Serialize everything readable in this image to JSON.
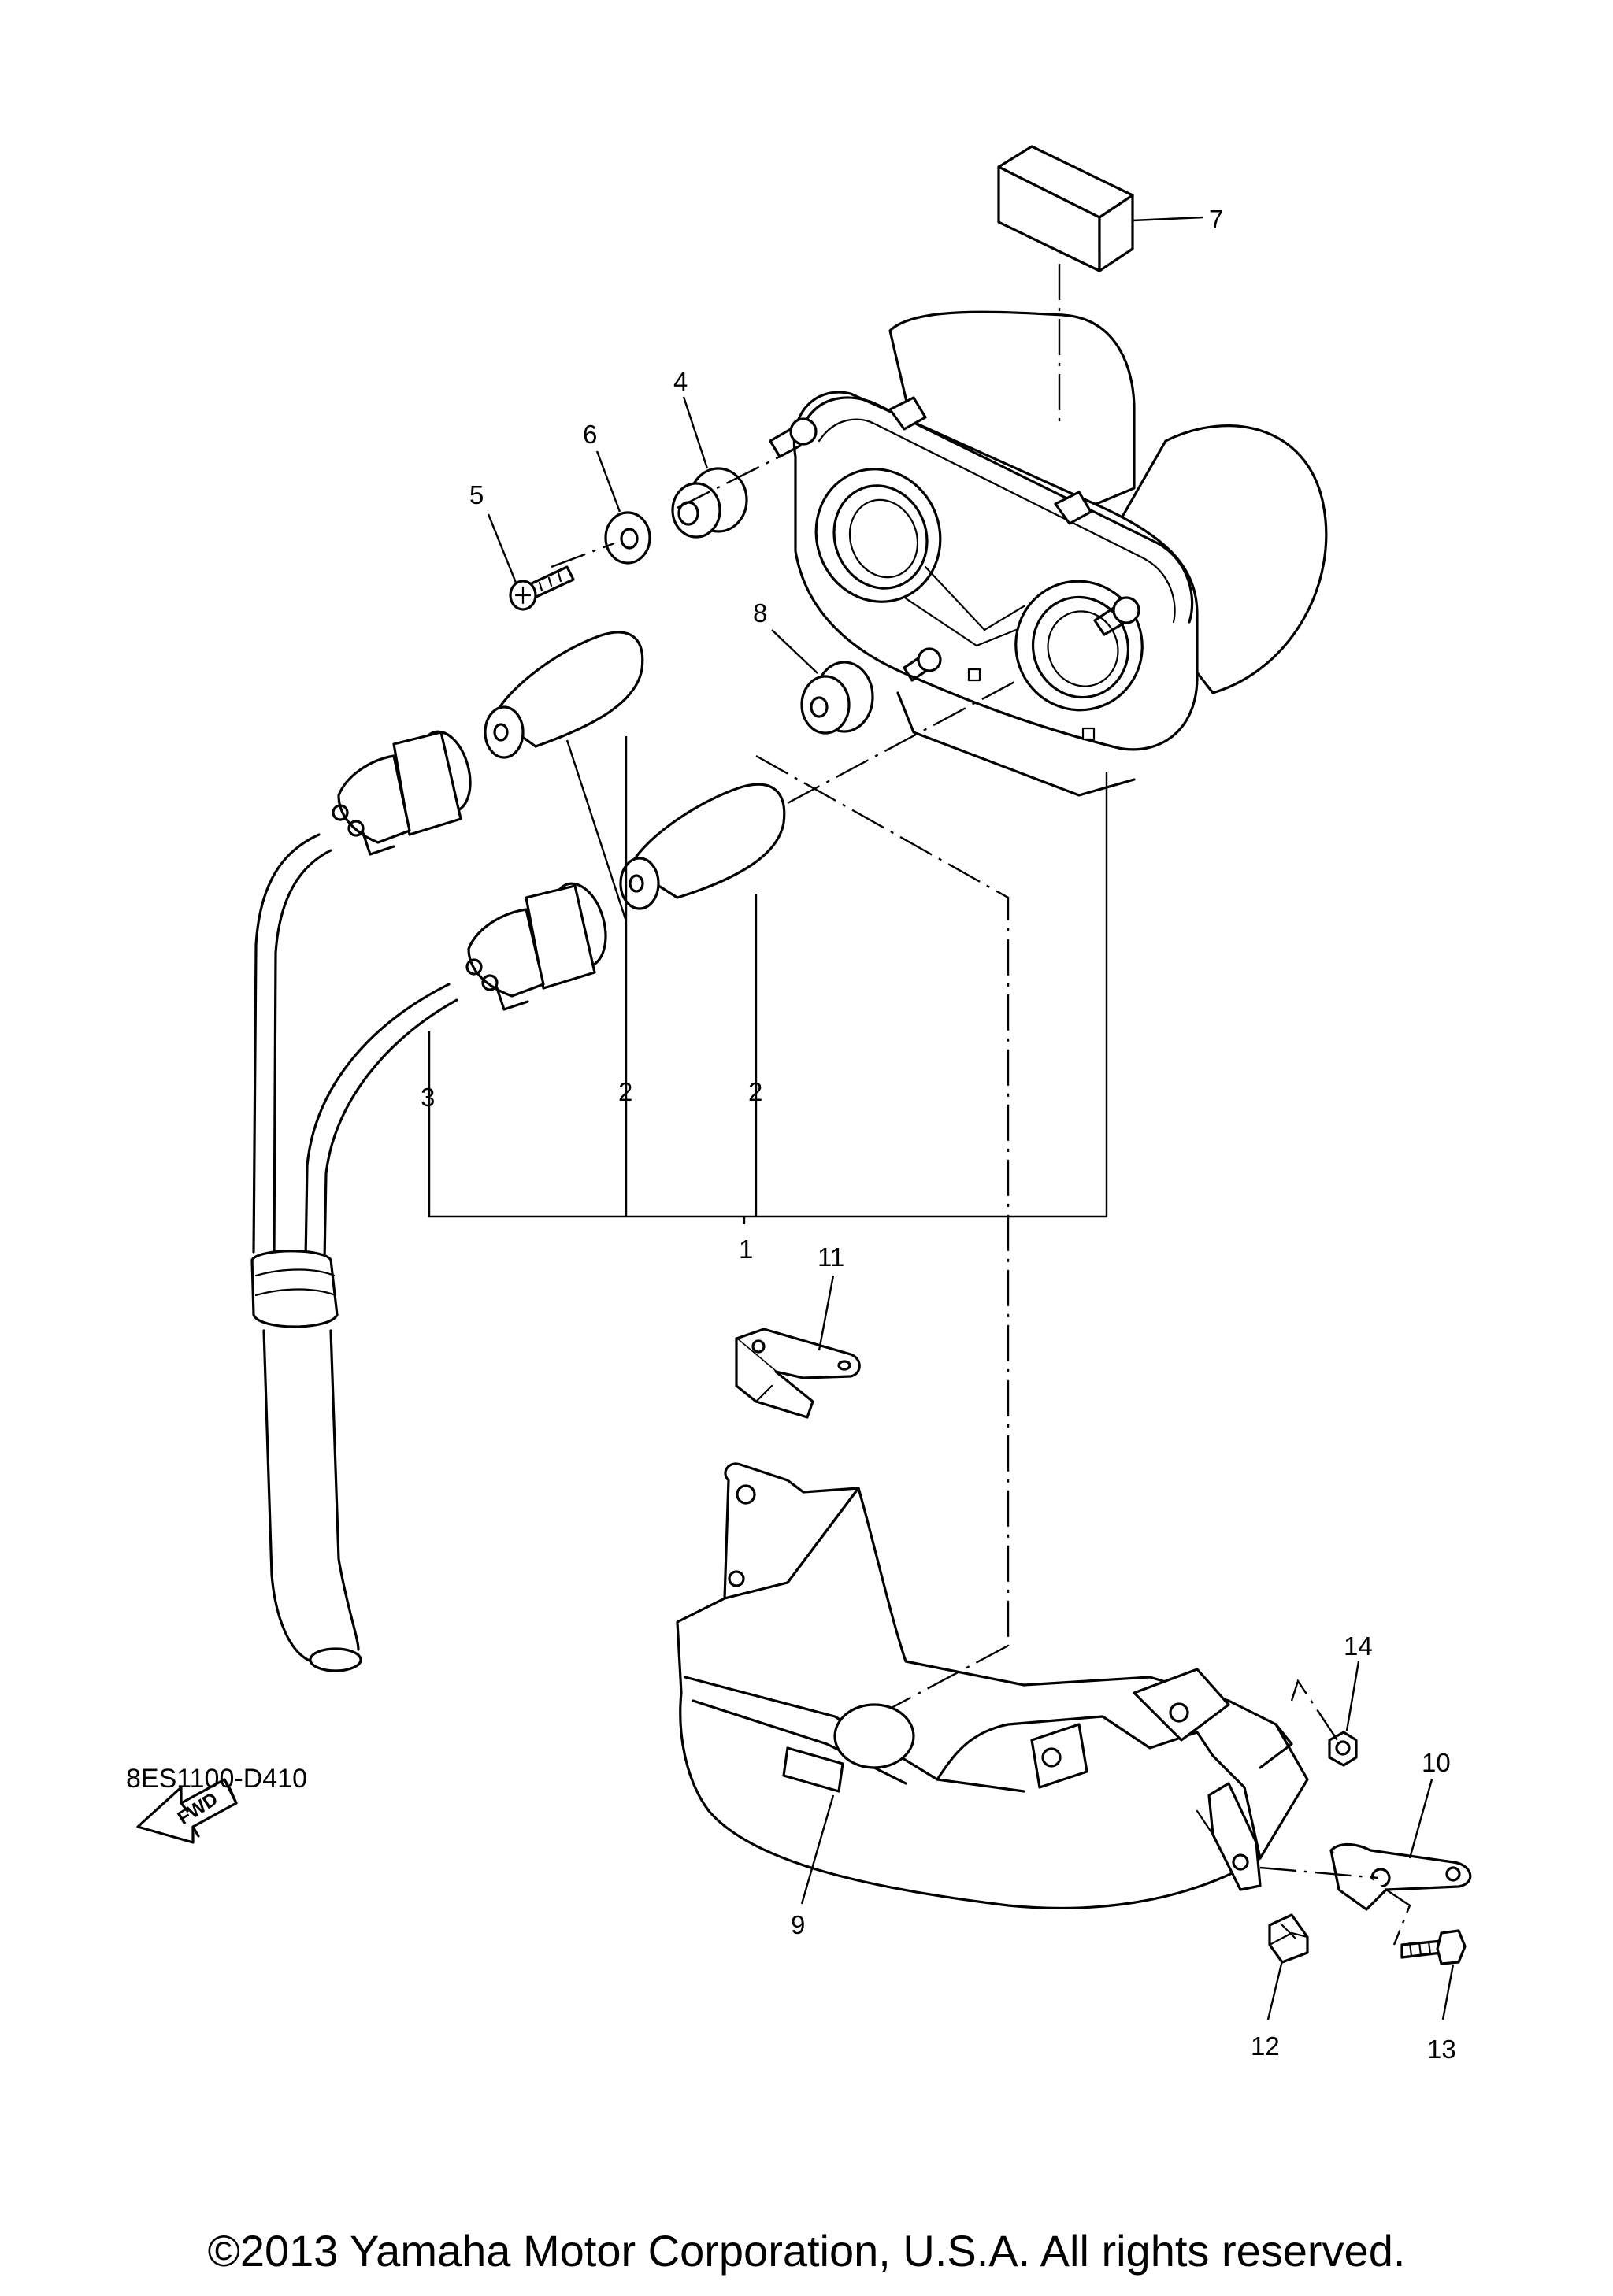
{
  "diagram_code": "8ES1100-D410",
  "copyright": "©2013 Yamaha Motor Corporation, U.S.A. All rights reserved.",
  "fwd_label": "FWD",
  "callouts": {
    "c1": "1",
    "c2a": "2",
    "c2b": "2",
    "c3": "3",
    "c4": "4",
    "c5": "5",
    "c6": "6",
    "c7": "7",
    "c8": "8",
    "c9": "9",
    "c10": "10",
    "c11": "11",
    "c12": "12",
    "c13": "13",
    "c14": "14"
  }
}
